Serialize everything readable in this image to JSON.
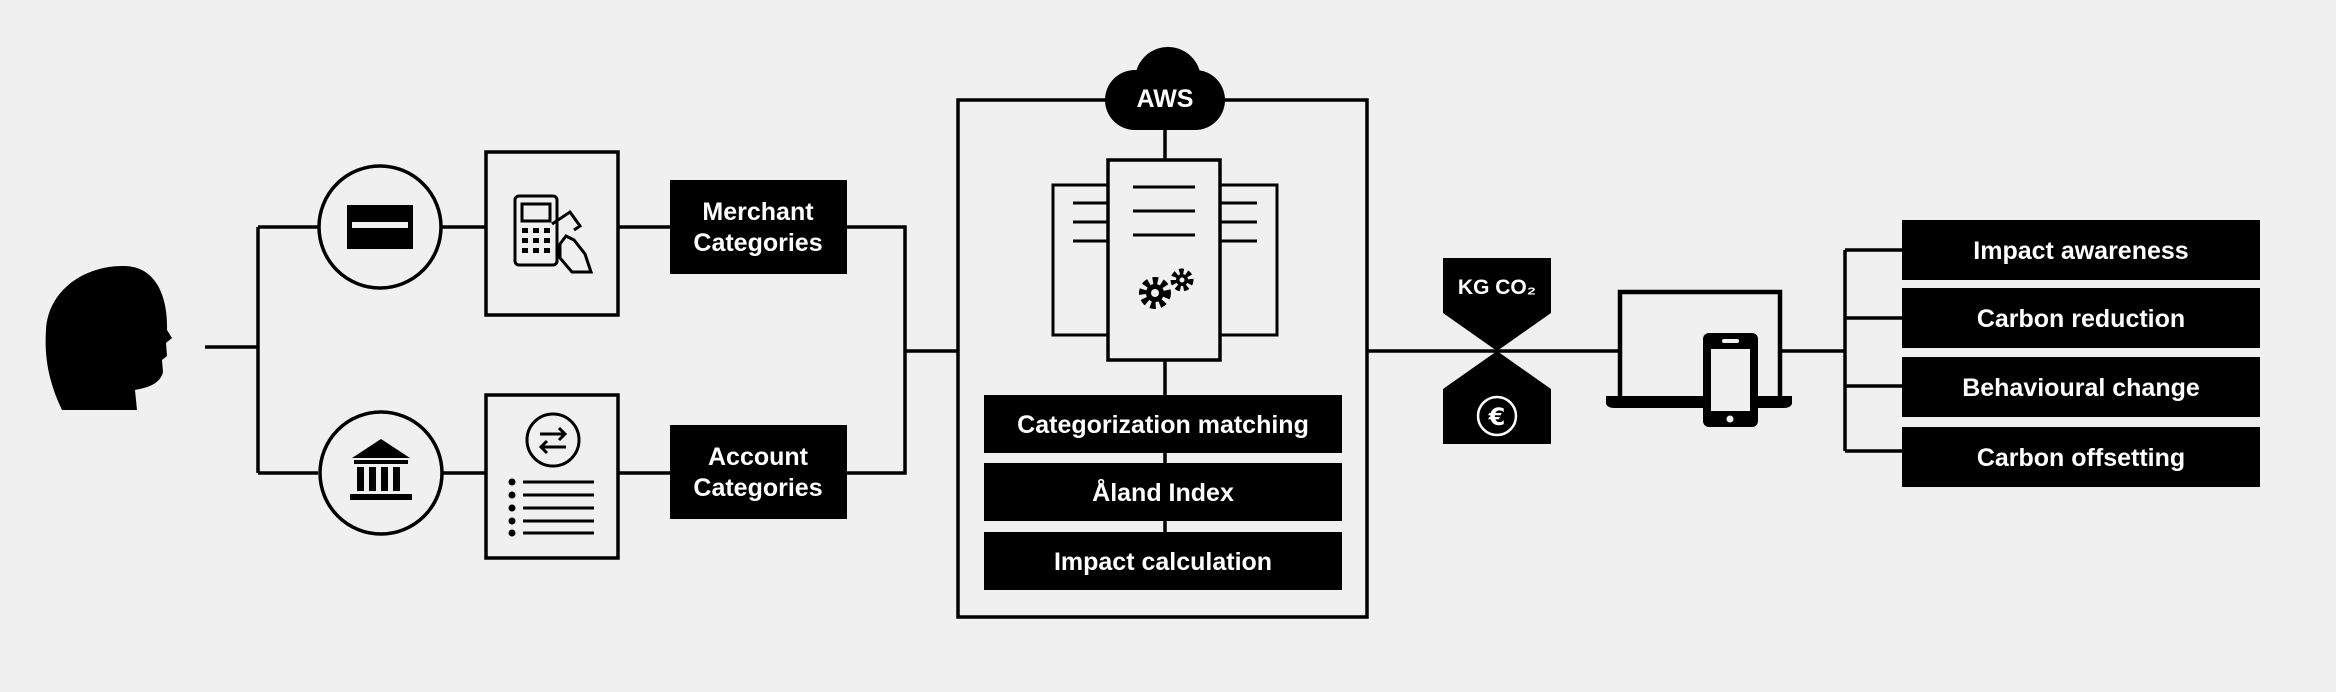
{
  "colors": {
    "background": "#f0f0f0",
    "ink": "#000000",
    "label_text": "#ffffff"
  },
  "icons": {
    "person": "person-head-icon",
    "card": "credit-card-icon",
    "bank": "bank-icon",
    "terminal": "payment-terminal-icon",
    "statement": "bank-statement-icon",
    "cloud": "cloud-icon",
    "server": "server-documents-icon",
    "gears": "gears-icon",
    "euro": "euro-icon",
    "devices": "laptop-phone-icon"
  },
  "inputs": {
    "merchant": {
      "line1": "Merchant",
      "line2": "Categories"
    },
    "account": {
      "line1": "Account",
      "line2": "Categories"
    }
  },
  "processing": {
    "cloud_label": "AWS",
    "steps": [
      "Categorization matching",
      "Åland Index",
      "Impact calculation"
    ]
  },
  "conversion": {
    "top_label": "KG CO₂"
  },
  "outcomes": [
    "Impact awareness",
    "Carbon reduction",
    "Behavioural change",
    "Carbon offsetting"
  ]
}
